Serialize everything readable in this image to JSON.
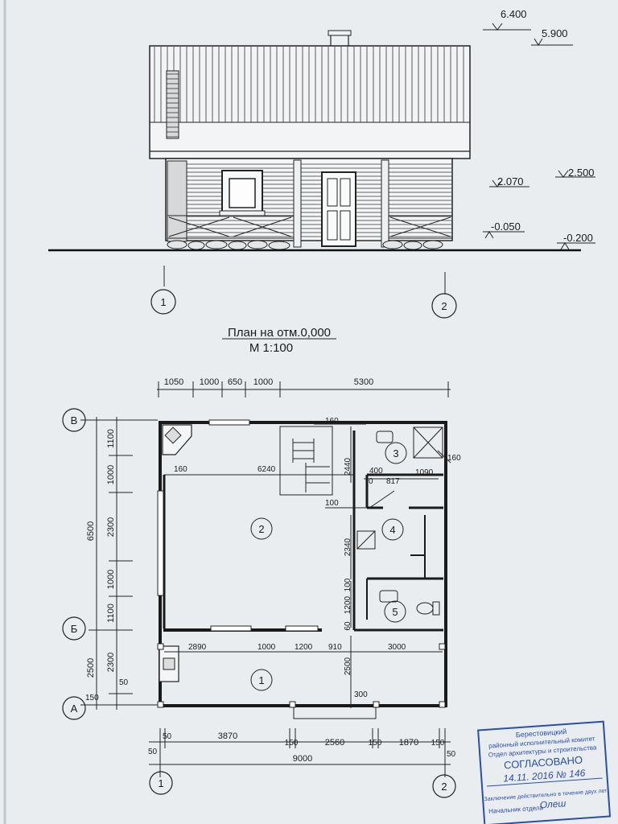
{
  "elevation": {
    "marks": {
      "ridge": "6.400",
      "eave_top": "5.900",
      "floor_mid": "2.070",
      "second": "2.500",
      "ground_left": "-0.050",
      "ground_right": "-0.200"
    },
    "axes": {
      "left": "1",
      "right": "2"
    }
  },
  "plan": {
    "title": "План на отм.0,000",
    "scale": "М 1:100",
    "top_dims": [
      "1050",
      "1000",
      "650",
      "1000",
      "5300"
    ],
    "left_total": "6500",
    "left_dims": [
      "1100",
      "1000",
      "2300",
      "1000",
      "1100"
    ],
    "left_lower": [
      "2500",
      "2300",
      "150",
      "50"
    ],
    "axes_left": {
      "top": "В",
      "mid": "Б",
      "bot": "А"
    },
    "interior_dims": {
      "d160_top": "160",
      "d160_left": "160",
      "d6240": "6240",
      "d2440": "2440",
      "d400": "400",
      "d0": "0",
      "d817": "817",
      "d1090": "1090",
      "d160_right": "160",
      "d100_mid": "100",
      "d2340": "2340",
      "d100_low": "100",
      "d1200": "1200",
      "d60": "60",
      "d2890": "2890",
      "d1000": "1000",
      "d1200b": "1200",
      "d910": "910",
      "d3000": "3000",
      "d2500": "2500",
      "d300": "300"
    },
    "rooms": [
      "1",
      "2",
      "3",
      "4",
      "5"
    ],
    "bottom_dims": [
      "50",
      "3870",
      "150",
      "2560",
      "150",
      "1870",
      "150"
    ],
    "bottom_small": {
      "left": "50",
      "right": "50"
    },
    "bottom_total": "9000",
    "axes_bottom": {
      "left": "1",
      "right": "2"
    }
  },
  "stamp": {
    "line1": "Берестовицкий",
    "line2": "районный исполнительный комитет",
    "line3": "Отдел архитектуры и строительства",
    "approved": "СОГЛАСОВАНО",
    "date": "14.11. 2016 № 146",
    "note": "Заключение действительно в течение двух лет",
    "chief": "Начальник отдела",
    "signature": "Олеш"
  },
  "colors": {
    "paper": "#e9edf0",
    "ink": "#1b1b1b",
    "stamp": "#2b4fa8"
  }
}
